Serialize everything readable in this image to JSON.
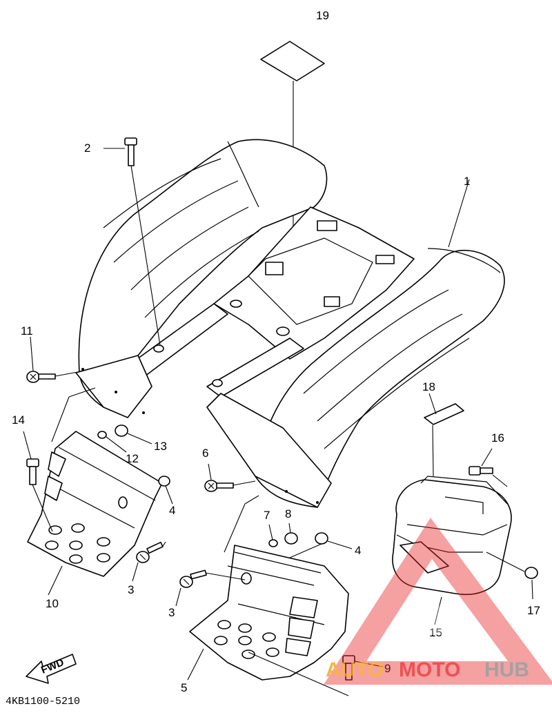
{
  "diagram": {
    "drawing_code": "4KB1100-5210",
    "direction_marker": "FWD",
    "callouts": [
      "19",
      "2",
      "1",
      "11",
      "14",
      "13",
      "12",
      "6",
      "4",
      "18",
      "16",
      "7",
      "8",
      "3",
      "10",
      "17",
      "15",
      "9",
      "5"
    ],
    "watermark": {
      "part1": "AUTO",
      "part2": "MOTO",
      "part3": "HUB",
      "color_orange": "#f7a11a",
      "color_red": "#e8262a",
      "color_gray": "#8c8c8c"
    }
  }
}
